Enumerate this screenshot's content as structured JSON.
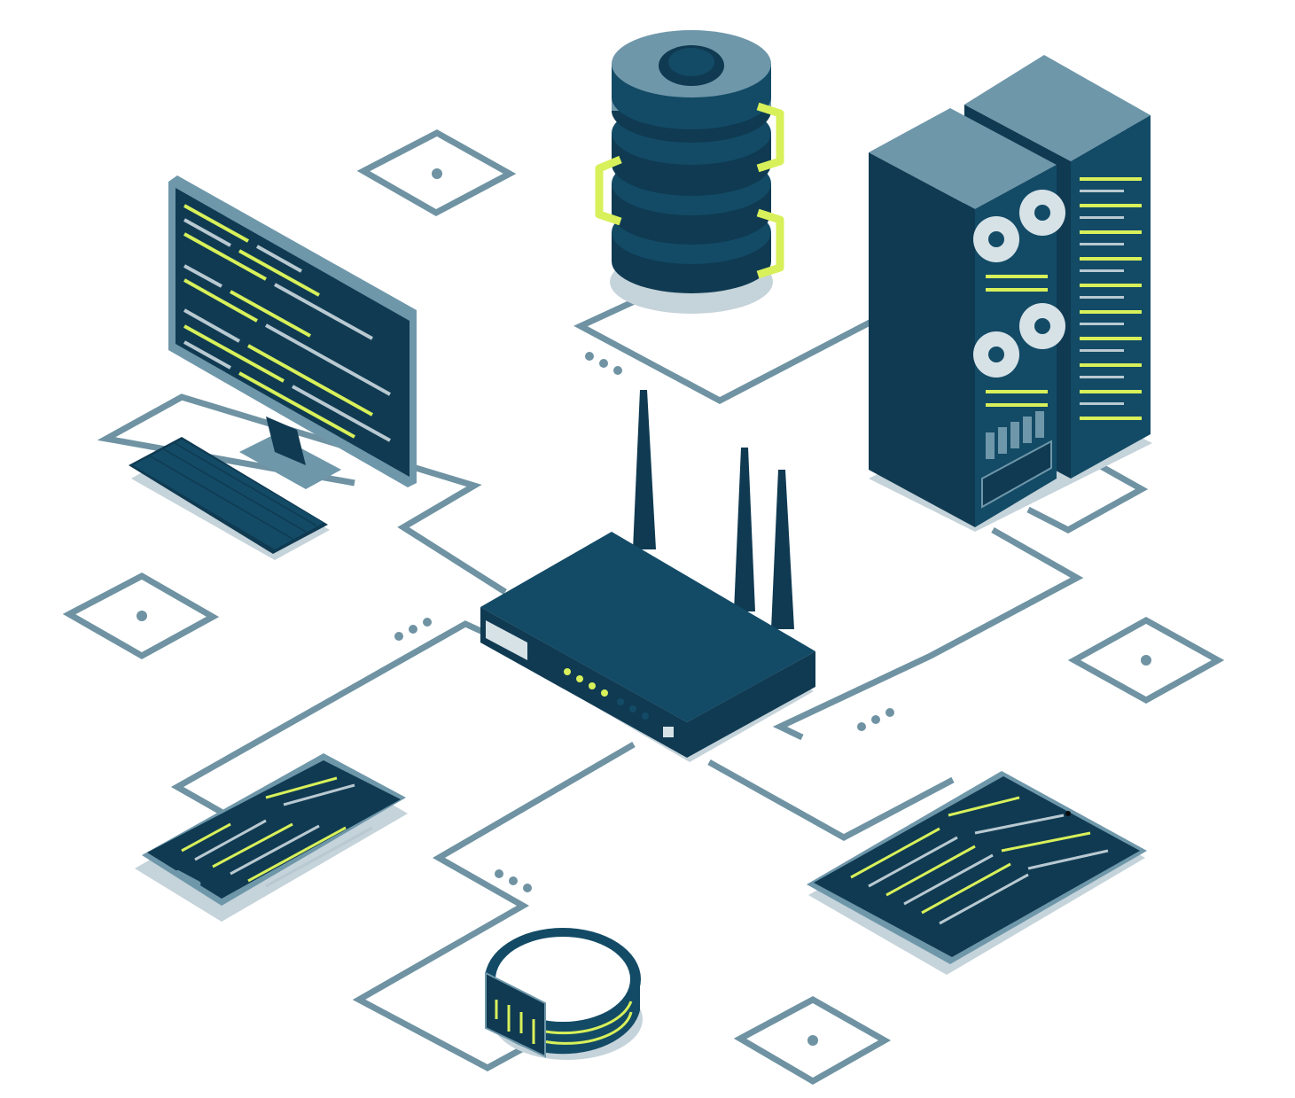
{
  "colors": {
    "background": "#ffffff",
    "line": "#6f93a3",
    "line_light": "#9fb6c1",
    "shadow": "#c5d3da",
    "dark": "#0f3a52",
    "mid": "#134b66",
    "face": "#6f97aa",
    "face_light": "#8fb0bf",
    "accent": "#d8f05a",
    "accent_green": "#3ddc84",
    "text_gray": "#b9c9d1"
  },
  "nodes": [
    {
      "id": "database",
      "icon": "database-stack-icon"
    },
    {
      "id": "server-racks",
      "icon": "server-rack-icon"
    },
    {
      "id": "desktop-monitor",
      "icon": "monitor-with-code-icon"
    },
    {
      "id": "keyboard",
      "icon": "keyboard-icon"
    },
    {
      "id": "router",
      "icon": "wifi-router-icon"
    },
    {
      "id": "smartphone",
      "icon": "smartphone-icon"
    },
    {
      "id": "tablet",
      "icon": "tablet-icon"
    },
    {
      "id": "smart-band",
      "icon": "wristband-icon"
    }
  ],
  "decorations": [
    {
      "id": "tile-top",
      "icon": "empty-node-tile-icon"
    },
    {
      "id": "tile-left",
      "icon": "empty-node-tile-icon"
    },
    {
      "id": "tile-right",
      "icon": "empty-node-tile-icon"
    },
    {
      "id": "tile-bottom",
      "icon": "empty-node-tile-icon"
    }
  ]
}
